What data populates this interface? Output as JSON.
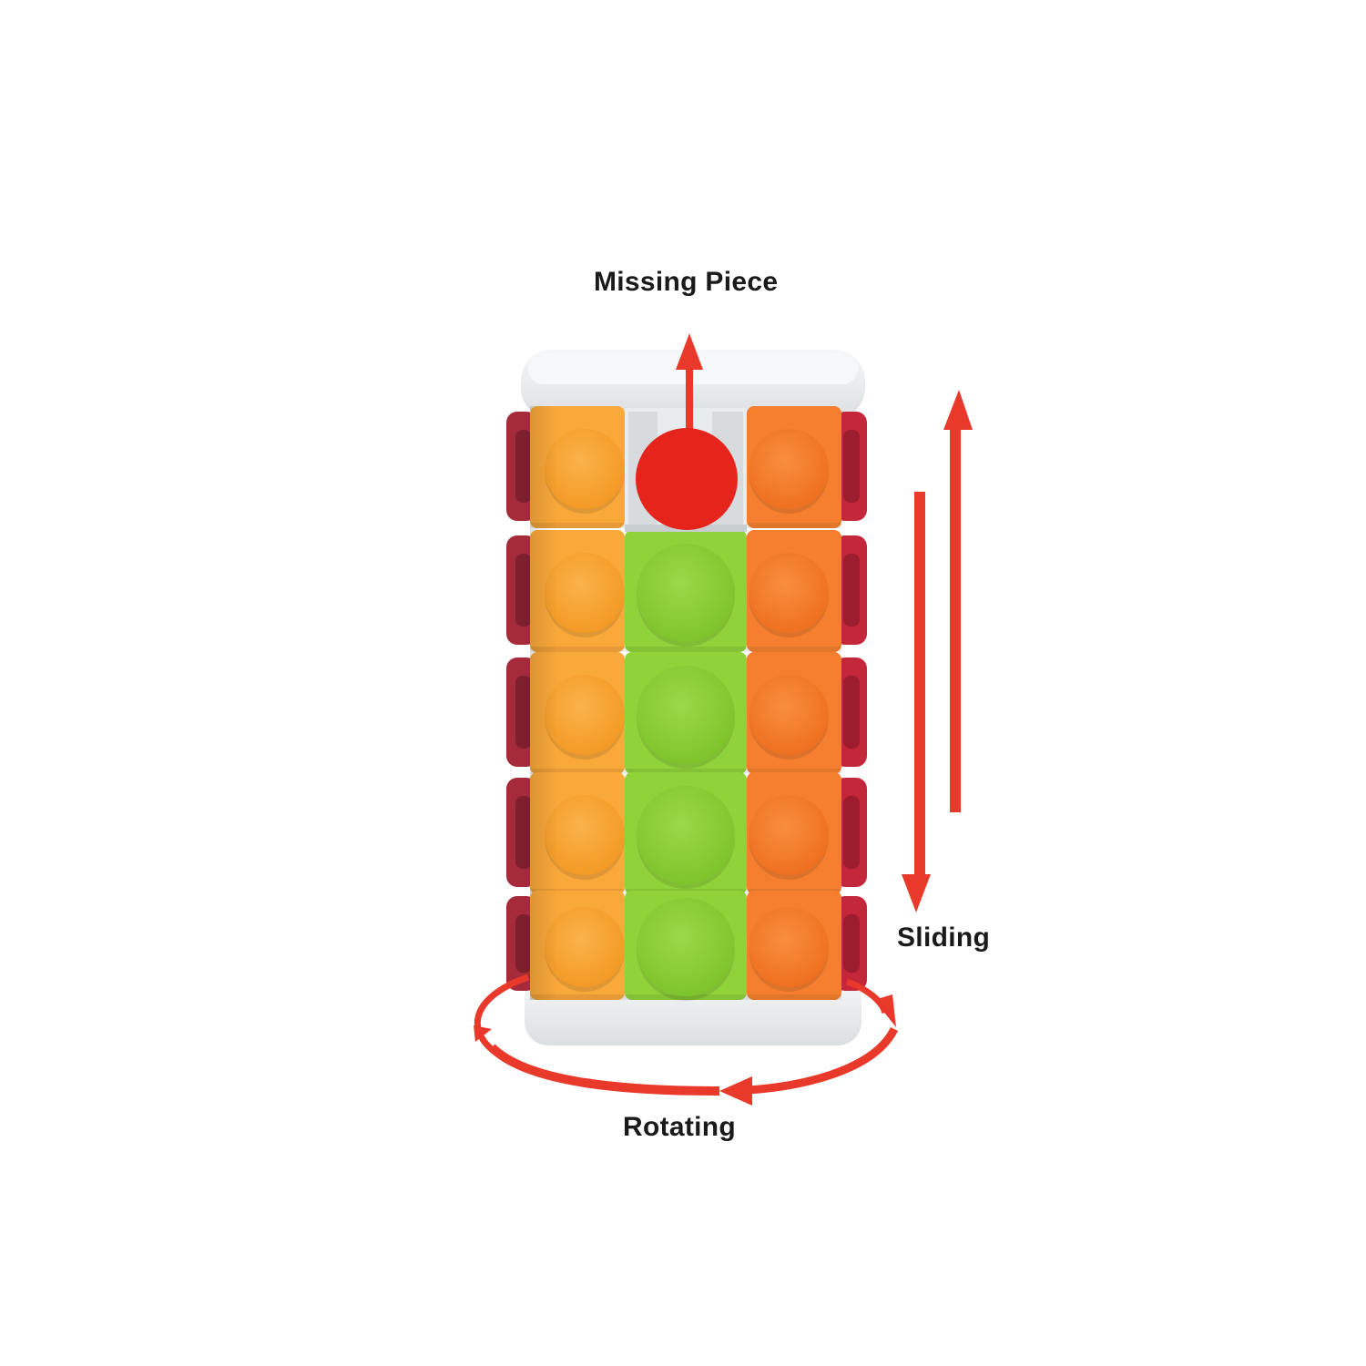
{
  "labels": {
    "missing_piece": "Missing Piece",
    "sliding": "Sliding",
    "rotating": "Rotating"
  },
  "colors": {
    "background": "#ffffff",
    "arrow_red": "#e8392a",
    "missing_dot": "#e5251c",
    "cap_white": "#eceeef",
    "tile_yellow": "#f9a83a",
    "tile_green": "#8fd23a",
    "tile_orange": "#f57f2e",
    "side_maroon": "#a52a3a",
    "text": "#1a1a1a"
  },
  "puzzle": {
    "rows": 5,
    "columns": [
      "yellow",
      "green",
      "orange"
    ],
    "empty_slot": {
      "row": 0,
      "column": "green"
    }
  },
  "icons": {
    "missing_arrow": "arrow-up-icon",
    "sliding_arrows": "up-down-arrows-icon",
    "rotating_arrow": "circular-rotation-arrow-icon"
  }
}
